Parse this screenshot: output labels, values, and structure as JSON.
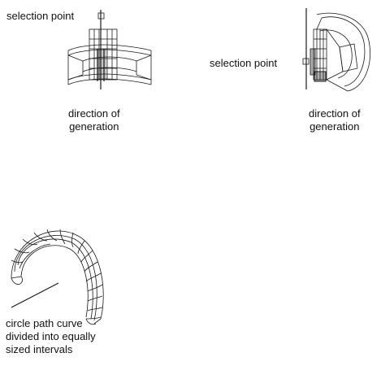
{
  "figure_a": {
    "selection_label": "selection point",
    "direction_label": "direction of\ngeneration"
  },
  "figure_b": {
    "selection_label": "selection point",
    "direction_label": "direction of\ngeneration"
  },
  "figure_c": {
    "path_label": "circle path curve\ndivided into equally\nsized intervals"
  },
  "colors": {
    "line": "#1a1a1a"
  }
}
